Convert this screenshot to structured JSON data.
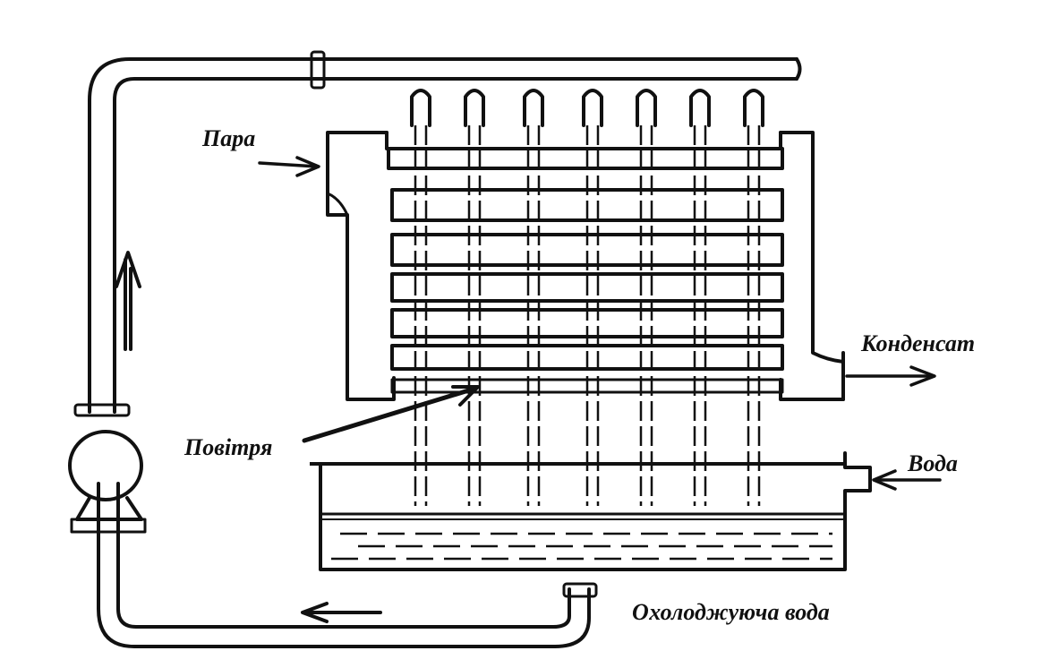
{
  "labels": {
    "steam": "Пара",
    "condensate": "Конденсат",
    "air": "Повітря",
    "water": "Вода",
    "cooling_water": "Охолоджуюча вода"
  },
  "colors": {
    "ink": "#111111",
    "background": "#ffffff"
  },
  "structure": {
    "tube_rows": 7,
    "spray_nozzles": 7
  }
}
